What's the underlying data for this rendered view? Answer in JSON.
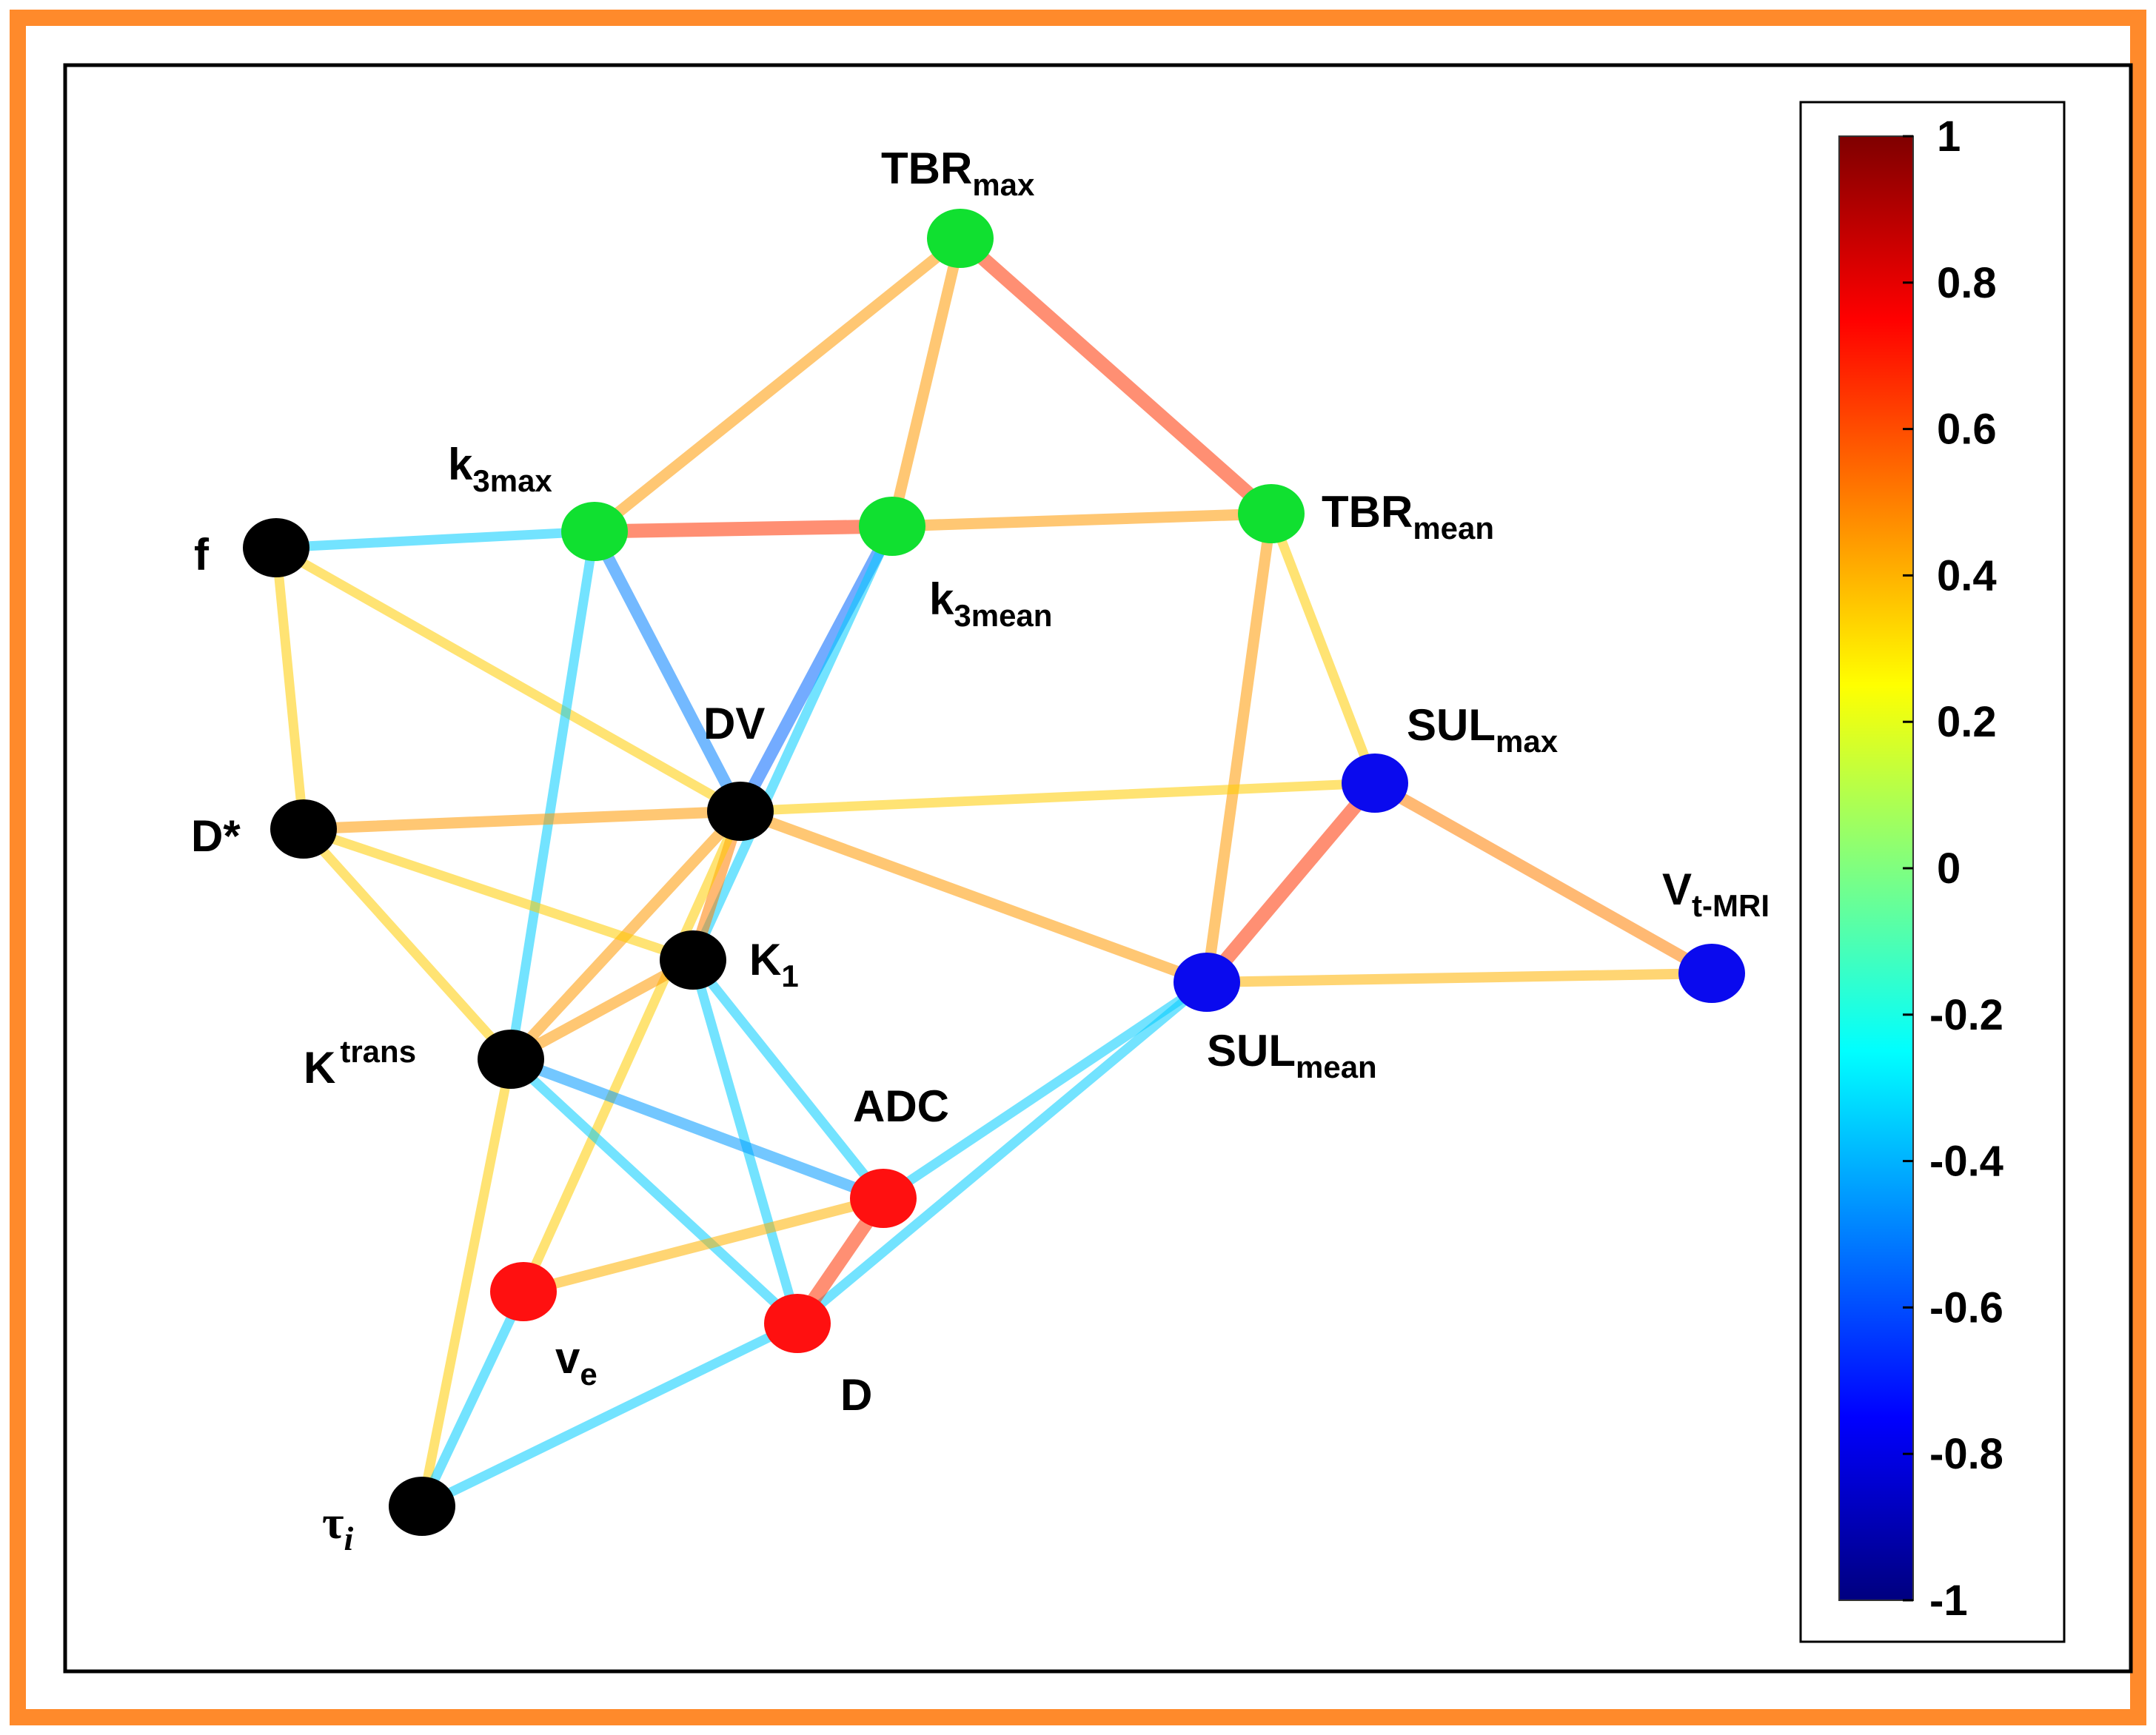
{
  "figure": {
    "border_color": "#ff8a2b",
    "type": "correlation network graph"
  },
  "group_colors": {
    "PET_kinetic": "#10e030",
    "MRI_perfusion": "#000000",
    "diffusion": "#ff1010",
    "PET_SUL": "#0a0aee"
  },
  "nodes": [
    {
      "id": "TBRmax",
      "base": "TBR",
      "sub": "max",
      "sup": "",
      "group": "PET_kinetic"
    },
    {
      "id": "k3max",
      "base": "k",
      "sub": "3max",
      "sup": "",
      "group": "PET_kinetic"
    },
    {
      "id": "k3mean",
      "base": "k",
      "sub": "3mean",
      "sup": "",
      "group": "PET_kinetic"
    },
    {
      "id": "TBRmean",
      "base": "TBR",
      "sub": "mean",
      "sup": "",
      "group": "PET_kinetic"
    },
    {
      "id": "f",
      "base": "f",
      "sub": "",
      "sup": "",
      "group": "MRI_perfusion"
    },
    {
      "id": "DV",
      "base": "DV",
      "sub": "",
      "sup": "",
      "group": "MRI_perfusion"
    },
    {
      "id": "Dstar",
      "base": "D*",
      "sub": "",
      "sup": "",
      "group": "MRI_perfusion"
    },
    {
      "id": "K1",
      "base": "K",
      "sub": "1",
      "sup": "",
      "group": "MRI_perfusion"
    },
    {
      "id": "Ktrans",
      "base": "K",
      "sub": "",
      "sup": "trans",
      "group": "MRI_perfusion"
    },
    {
      "id": "tau",
      "base": "τ",
      "sub": "i",
      "sup": "",
      "group": "MRI_perfusion"
    },
    {
      "id": "SULmax",
      "base": "SUL",
      "sub": "max",
      "sup": "",
      "group": "PET_SUL"
    },
    {
      "id": "SULmean",
      "base": "SUL",
      "sub": "mean",
      "sup": "",
      "group": "PET_SUL"
    },
    {
      "id": "Vt",
      "base": "V",
      "sub": "t-MRI",
      "sup": "",
      "group": "PET_SUL"
    },
    {
      "id": "ADC",
      "base": "ADC",
      "sub": "",
      "sup": "",
      "group": "diffusion"
    },
    {
      "id": "ve",
      "base": "v",
      "sub": "e",
      "sup": "",
      "group": "diffusion"
    },
    {
      "id": "D",
      "base": "D",
      "sub": "",
      "sup": "",
      "group": "diffusion"
    }
  ],
  "edges": [
    {
      "source": "TBRmax",
      "target": "TBRmean",
      "r": 0.65
    },
    {
      "source": "TBRmax",
      "target": "k3max",
      "r": 0.45
    },
    {
      "source": "TBRmax",
      "target": "k3mean",
      "r": 0.45
    },
    {
      "source": "k3max",
      "target": "k3mean",
      "r": 0.65
    },
    {
      "source": "k3mean",
      "target": "TBRmean",
      "r": 0.45
    },
    {
      "source": "f",
      "target": "k3max",
      "r": -0.35
    },
    {
      "source": "f",
      "target": "Dstar",
      "r": 0.35
    },
    {
      "source": "f",
      "target": "DV",
      "r": 0.35
    },
    {
      "source": "k3max",
      "target": "DV",
      "r": -0.5
    },
    {
      "source": "k3max",
      "target": "Ktrans",
      "r": -0.35
    },
    {
      "source": "k3mean",
      "target": "DV",
      "r": -0.55
    },
    {
      "source": "k3mean",
      "target": "K1",
      "r": -0.35
    },
    {
      "source": "TBRmean",
      "target": "SULmax",
      "r": 0.35
    },
    {
      "source": "TBRmean",
      "target": "SULmean",
      "r": 0.45
    },
    {
      "source": "Dstar",
      "target": "DV",
      "r": 0.45
    },
    {
      "source": "DV",
      "target": "SULmax",
      "r": 0.35
    },
    {
      "source": "DV",
      "target": "SULmean",
      "r": 0.45
    },
    {
      "source": "DV",
      "target": "K1",
      "r": 0.5
    },
    {
      "source": "DV",
      "target": "Ktrans",
      "r": 0.45
    },
    {
      "source": "DV",
      "target": "ve",
      "r": 0.35
    },
    {
      "source": "Dstar",
      "target": "K1",
      "r": 0.35
    },
    {
      "source": "Dstar",
      "target": "Ktrans",
      "r": 0.35
    },
    {
      "source": "SULmax",
      "target": "SULmean",
      "r": 0.65
    },
    {
      "source": "SULmax",
      "target": "Vt",
      "r": 0.5
    },
    {
      "source": "SULmean",
      "target": "Vt",
      "r": 0.4
    },
    {
      "source": "K1",
      "target": "Ktrans",
      "r": 0.45
    },
    {
      "source": "K1",
      "target": "ADC",
      "r": -0.35
    },
    {
      "source": "K1",
      "target": "D",
      "r": -0.35
    },
    {
      "source": "Ktrans",
      "target": "ADC",
      "r": -0.45
    },
    {
      "source": "Ktrans",
      "target": "D",
      "r": -0.35
    },
    {
      "source": "Ktrans",
      "target": "tau",
      "r": 0.35
    },
    {
      "source": "SULmean",
      "target": "ADC",
      "r": -0.35
    },
    {
      "source": "SULmean",
      "target": "D",
      "r": -0.35
    },
    {
      "source": "ADC",
      "target": "D",
      "r": 0.65
    },
    {
      "source": "ADC",
      "target": "ve",
      "r": 0.4
    },
    {
      "source": "ve",
      "target": "tau",
      "r": -0.35
    },
    {
      "source": "D",
      "target": "tau",
      "r": -0.35
    }
  ],
  "colorbar": {
    "colormap": "jet",
    "range": [
      -1,
      1
    ],
    "ticks": [
      {
        "value": 1,
        "label": "1"
      },
      {
        "value": 0.8,
        "label": "0.8"
      },
      {
        "value": 0.6,
        "label": "0.6"
      },
      {
        "value": 0.4,
        "label": "0.4"
      },
      {
        "value": 0.2,
        "label": "0.2"
      },
      {
        "value": 0,
        "label": "0"
      },
      {
        "value": -0.2,
        "label": "-0.2"
      },
      {
        "value": -0.4,
        "label": "-0.4"
      },
      {
        "value": -0.6,
        "label": "-0.6"
      },
      {
        "value": -0.8,
        "label": "-0.8"
      },
      {
        "value": -1,
        "label": "-1"
      }
    ]
  }
}
